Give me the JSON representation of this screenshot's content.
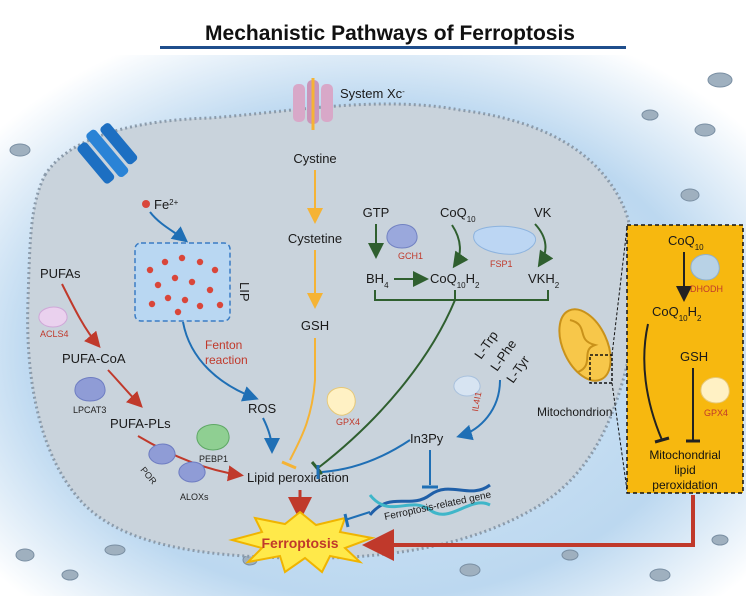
{
  "title": "Mechanistic Pathways of Ferroptosis",
  "colors": {
    "title_underline": "#1f4e8c",
    "cell_fill": "#c9d3dc",
    "bg_glow": "#bcd8f0",
    "iron_dot": "#d9463a",
    "arrow_red": "#c0392b",
    "arrow_blue": "#1f6fb5",
    "arrow_orange": "#f5b335",
    "arrow_green": "#2f5f2f",
    "mito_panel": "#f7b80f",
    "ferroptosis_burst": "#ffe94a"
  },
  "labels": {
    "system_xc": "System Xc",
    "system_xc_sup": "-",
    "fe": "Fe",
    "fe_sup": "2+",
    "lip": "LIP",
    "fenton_1": "Fenton",
    "fenton_2": "reaction",
    "ros": "ROS",
    "cystine": "Cystine",
    "cystetine": "Cystetine",
    "gsh": "GSH",
    "gpx4": "GPX4",
    "pufas": "PUFAs",
    "acls4": "ACLS4",
    "pufa_coa": "PUFA-CoA",
    "lpcat3": "LPCAT3",
    "pufa_pls": "PUFA-PLs",
    "pebp1": "PEBP1",
    "por": "POR",
    "aloxs": "ALOXs",
    "lipid_peroxidation": "Lipid peroxidation",
    "ferroptosis": "Ferroptosis",
    "gtp": "GTP",
    "gch1": "GCH1",
    "bh4": "BH",
    "bh4_sub": "4",
    "coq": "CoQ",
    "coq_sub": "10",
    "h2_sub": "H",
    "h2_n": "2",
    "fsp1": "FSP1",
    "vk": "VK",
    "vkh2": "VKH",
    "vkh2_sub": "2",
    "l_trp": "L-Trp",
    "l_phe": "L-Phe",
    "l_tyr": "L-Tyr",
    "il4i1": "IL4I1",
    "in3py": "In3Py",
    "ferro_gene": "Ferroptosis-related gene",
    "mitochondrion": "Mitochondrion",
    "dhodh": "DHODH",
    "mito_lipid_1": "Mitochondrial",
    "mito_lipid_2": "lipid",
    "mito_lipid_3": "peroxidation"
  }
}
